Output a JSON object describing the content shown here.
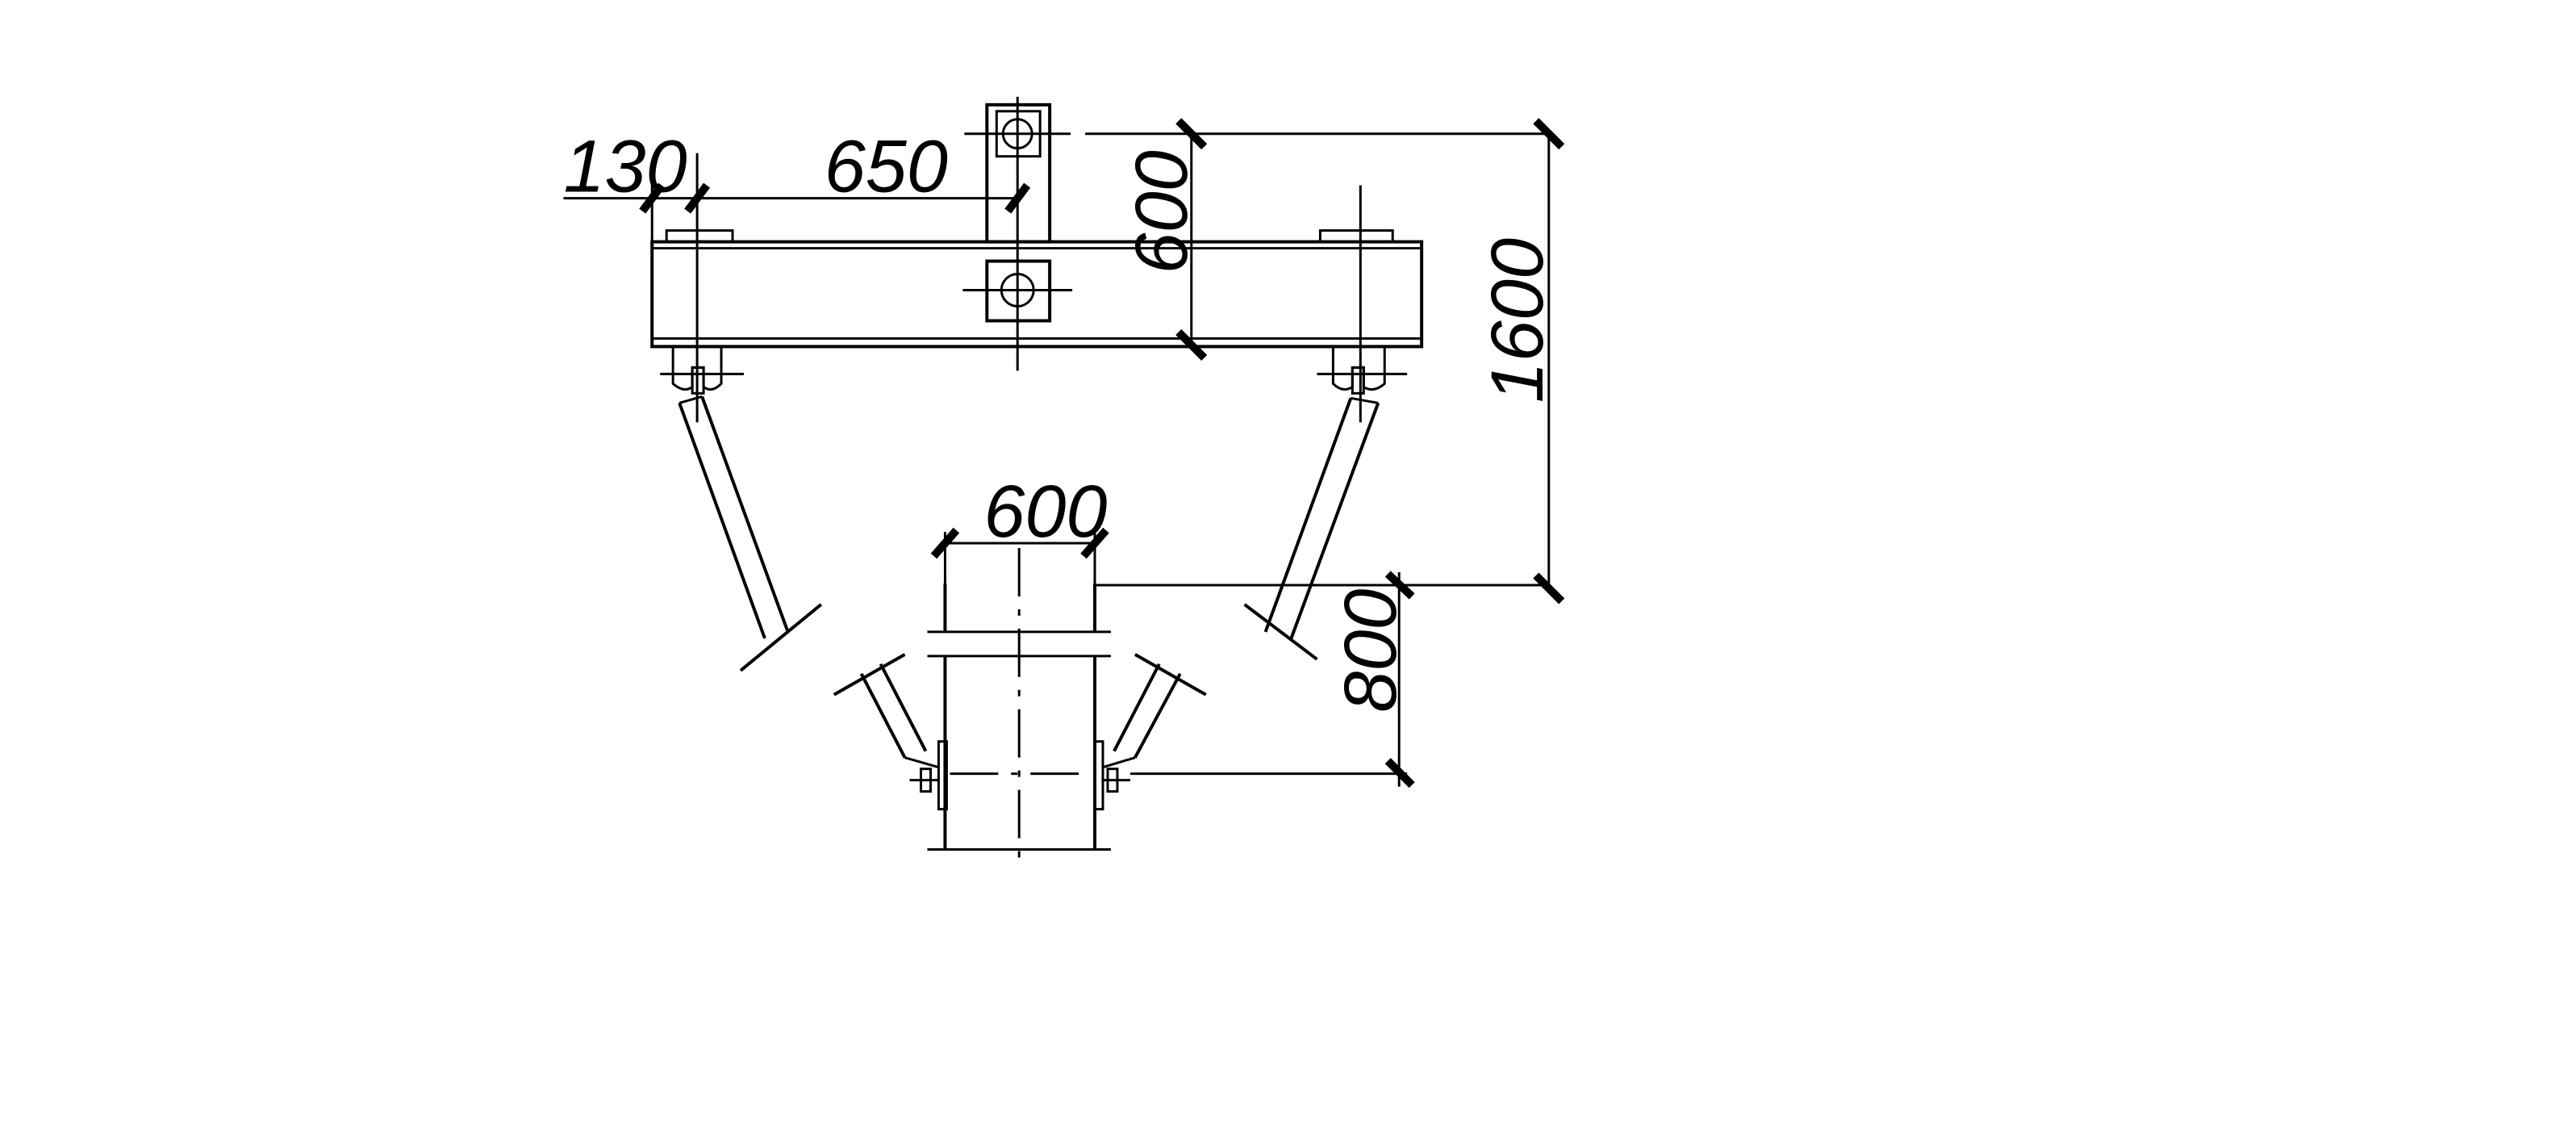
{
  "dimensions": {
    "d130": "130",
    "d650": "650",
    "d600_vertical": "600",
    "d1600": "1600",
    "d600_horizontal": "600",
    "d800": "800"
  },
  "colors": {
    "line": "#000000",
    "background": "#ffffff"
  }
}
